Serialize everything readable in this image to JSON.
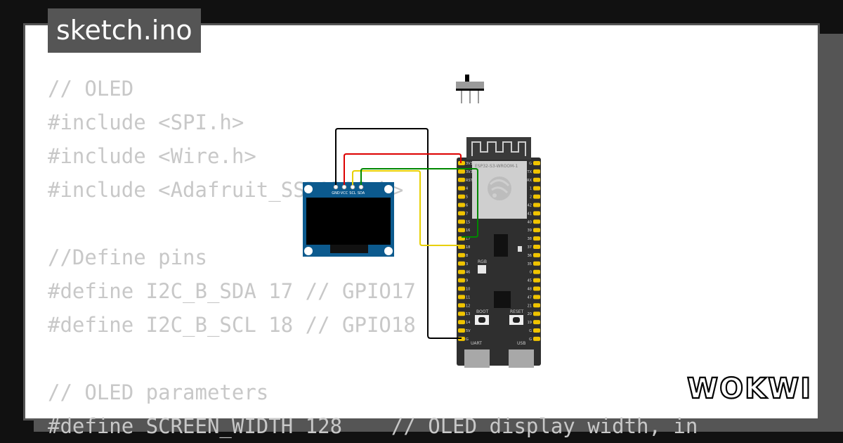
{
  "tab": {
    "filename": "sketch.ino"
  },
  "code_lines": [
    "// OLED",
    "#include <SPI.h>",
    "#include <Wire.h>",
    "#include <Adafruit_SSD1306.h>",
    "",
    "//Define pins",
    "#define I2C_B_SDA 17 // GPIO17",
    "#define I2C_B_SCL 18 // GPIO18",
    "",
    "// OLED parameters",
    "#define SCREEN_WIDTH 128    // OLED display width, in"
  ],
  "oled": {
    "pins": [
      "GND",
      "VCC",
      "SCL",
      "SDA"
    ]
  },
  "esp32": {
    "module_label": "ESP32-S3-WROOM-1",
    "rgb_label": "RGB",
    "boot_label": "BOOT",
    "reset_label": "RESET",
    "uart_label": "UART",
    "usb_label": "USB",
    "left_pins": [
      "3V3",
      "3V3",
      "RST",
      "4",
      "5",
      "6",
      "7",
      "15",
      "16",
      "17",
      "18",
      "8",
      "3",
      "46",
      "9",
      "10",
      "11",
      "12",
      "13",
      "14",
      "5V",
      "G"
    ],
    "right_pins": [
      "G",
      "TX",
      "RX",
      "1",
      "2",
      "42",
      "41",
      "40",
      "39",
      "38",
      "37",
      "36",
      "35",
      "0",
      "45",
      "48",
      "47",
      "21",
      "20",
      "19",
      "G",
      "G"
    ]
  },
  "wire_colors": {
    "gnd": "#000000",
    "vcc": "#dd0000",
    "scl": "#e8d000",
    "sda": "#008800"
  },
  "logo": {
    "text": "WOKWI",
    "icon": "wokwi-logo"
  }
}
